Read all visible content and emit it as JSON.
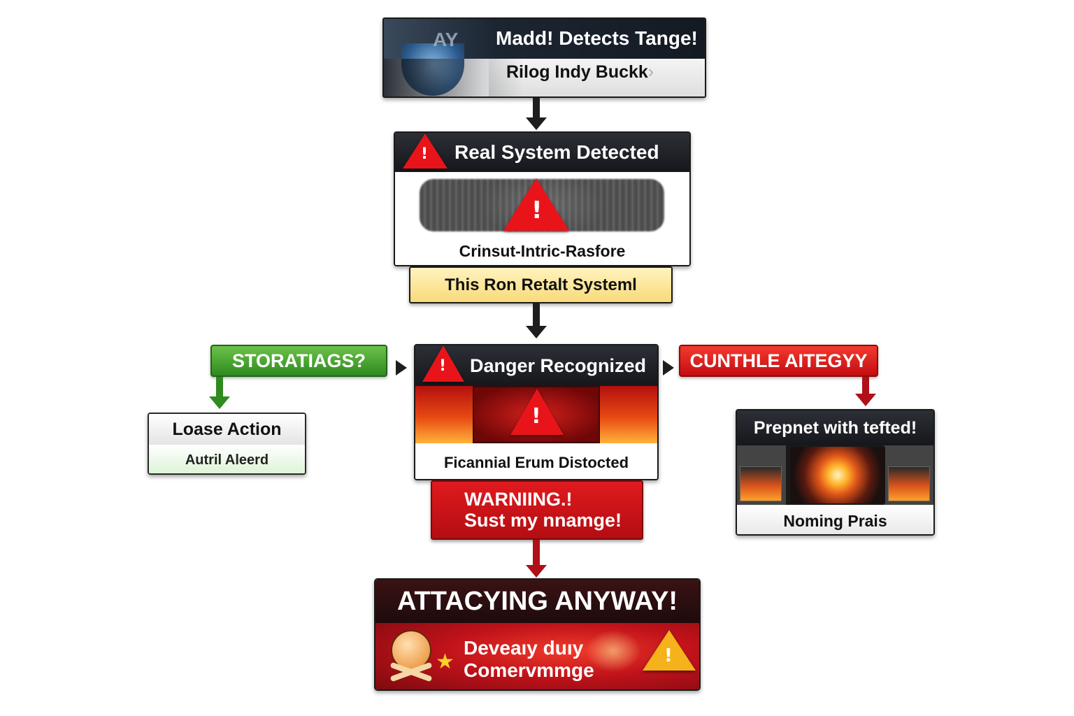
{
  "top": {
    "badge": "AY",
    "title": "Madd! Detects Tange!",
    "subtitle": "Rilog Indy Buckk"
  },
  "real_system": {
    "title": "Real System Detected",
    "caption": "Crinsut-Intric-Rasfore",
    "note": "This Ron Retalt Systeml"
  },
  "left": {
    "tag": "STORATIAGS?",
    "title": "Loase Action",
    "subtitle": "Autril Aleerd"
  },
  "danger": {
    "title": "Danger Recognized",
    "caption": "Ficannial Erum Distocted"
  },
  "warning": {
    "line1": "WARNIING.!",
    "line2": "Sust my nnamge!"
  },
  "right": {
    "tag": "CUNTHLE AITEGYY",
    "title": "Prepnet with tefted!",
    "caption": "Noming Prais"
  },
  "final": {
    "title": "ATTACYING ANYWAY!",
    "line1": "Deveaıy duıy",
    "line2": "Comervmmge"
  },
  "icons": [
    "warning-triangle-icon",
    "skull-crossbones-icon",
    "star-icon",
    "explosion-icon",
    "shield-icon"
  ],
  "colors": {
    "danger_red": "#d4121a",
    "warning_yellow": "#fde89a",
    "strategy_green": "#3c9c2a",
    "header_dark": "#1b1d22"
  }
}
